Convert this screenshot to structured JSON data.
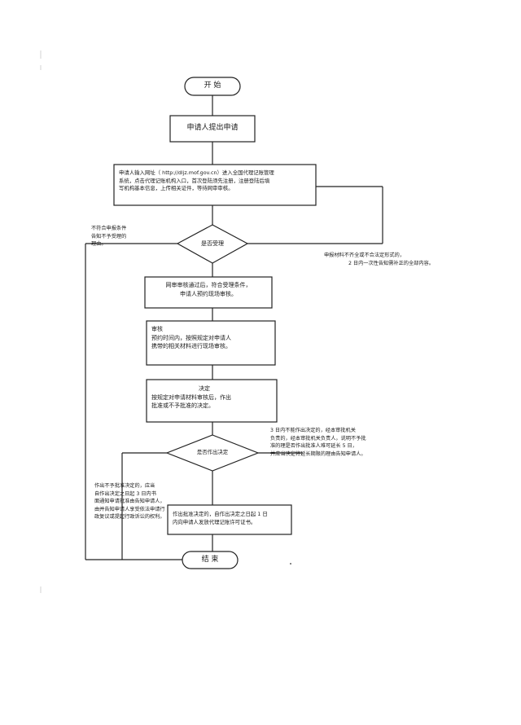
{
  "nodes": {
    "start": "开  始",
    "submit": "申请人提出申请",
    "online_input": [
      "申请人输入网址（ http://dljz.mof.gov.cn）进入全国代理记账管理",
      "系统，点击代理记账机构入口，首次登陆须先注册，注册登陆后填",
      "写机构基本信息，上传相关证件，等待网审审核。"
    ],
    "accept_decision": "是否受理",
    "online_passed": [
      "网审审核通过后，符合受理条件，",
      "申请人预约现场审核。"
    ],
    "review": [
      "审核",
      "预约时间内，按照规定对申请人",
      "携带的相关材料进行现场审核。"
    ],
    "decide": [
      "决定",
      "按规定对申请材料审核后，作出",
      "批准或不予批准的决定。"
    ],
    "made_decision": "是否作出决定",
    "approved": [
      "作出批准决定的，自作出决定之日起 1 日",
      "内向申请人发放代理记账许可证书。"
    ],
    "end": "结  束"
  },
  "notes": {
    "reject_left": [
      "不符合申报条件",
      "告知不予受理的",
      "理由。"
    ],
    "incomplete_right": [
      "申报材料不齐全或不合法定形式的，",
      "2 日内一次性告知需补正的全部内容。"
    ],
    "extension": [
      "3 日内不能作出决定的，经本审批机关",
      "负责的，经本审批机关负责人，说明不予批",
      "准的理是否作出批准人难可延长 5 日，",
      "并应当决定将延长期限的理由告知申请人。"
    ],
    "not_approved": [
      "作出不予批准决定的，应当",
      "自作出决定之日起 3 日内书",
      "面通知申请批准由告知申请人，",
      "由并告知申请人享受依法申请行",
      "政复议或提起行政诉讼的权利。"
    ]
  }
}
